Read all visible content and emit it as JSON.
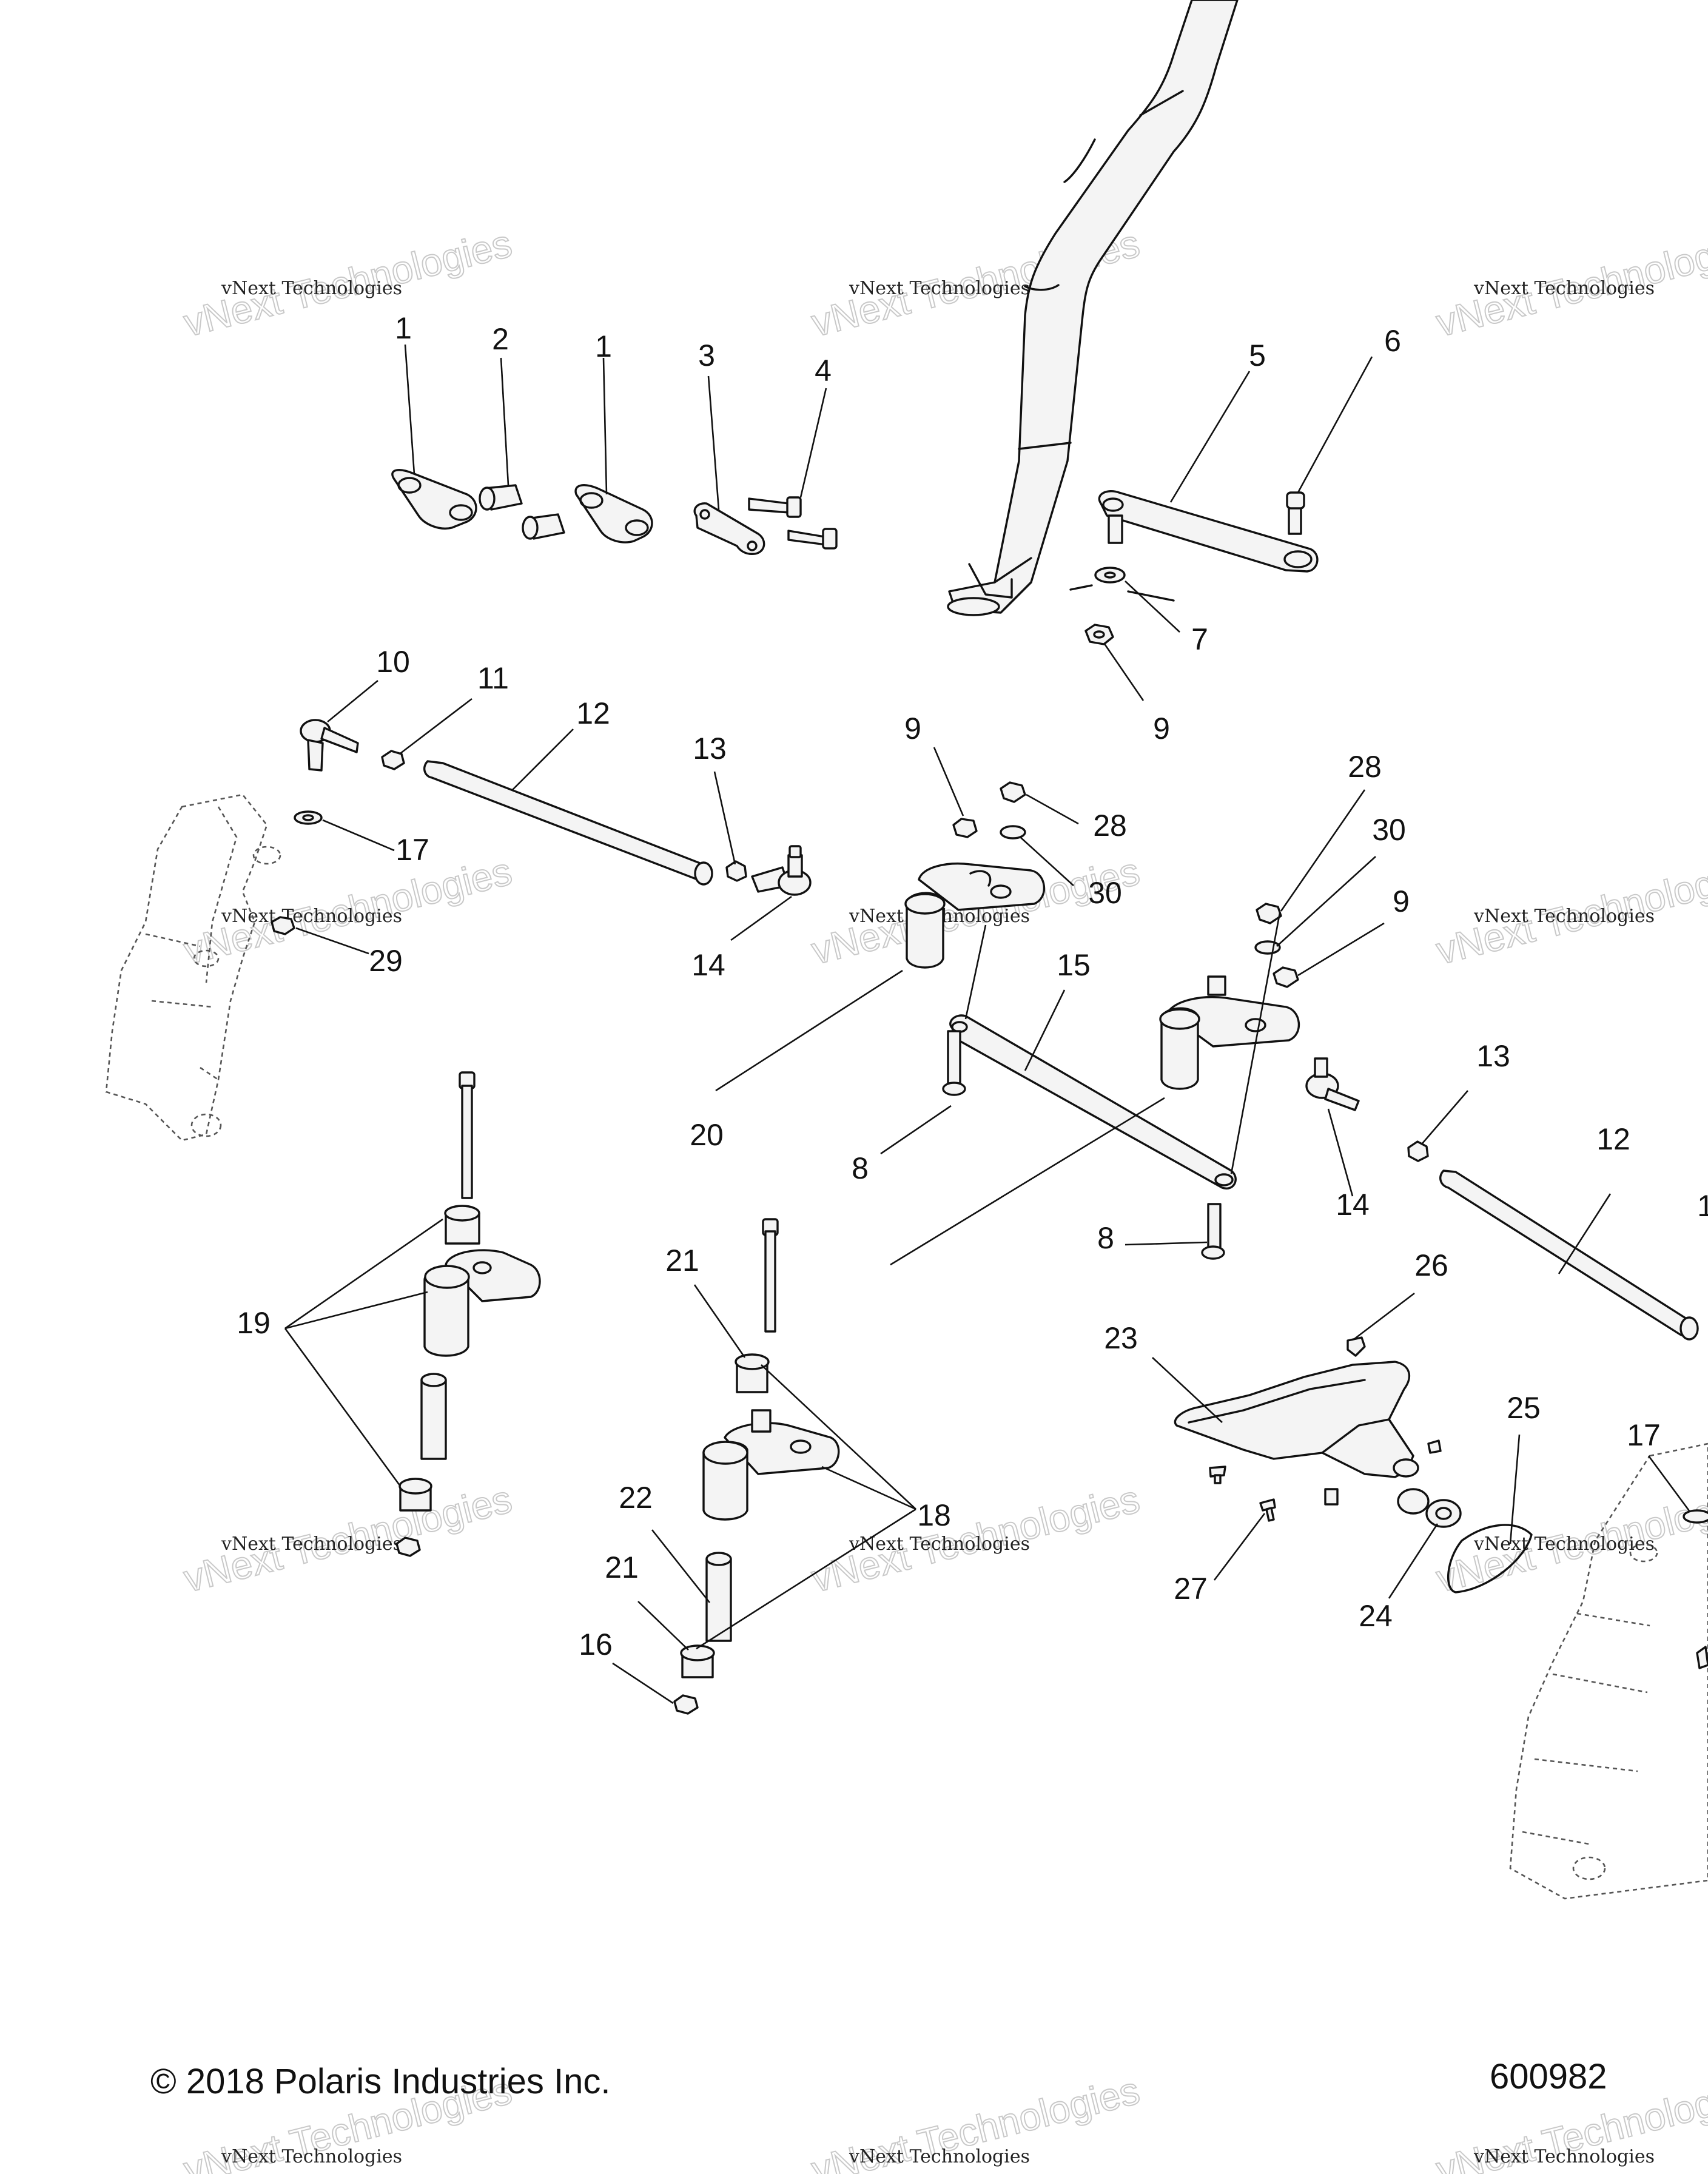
{
  "footer": {
    "copyright": "© 2018 Polaris Industries Inc.",
    "drawing_number": "600982"
  },
  "watermark": {
    "line1": "vNext Technologies",
    "line2": "vNext Technologies"
  },
  "callouts": {
    "c1a": "1",
    "c2": "2",
    "c1b": "1",
    "c3": "3",
    "c4": "4",
    "c5": "5",
    "c6": "6",
    "c7": "7",
    "c9a": "9",
    "c10": "10",
    "c11": "11",
    "c12a": "12",
    "c13a": "13",
    "c14a": "14",
    "c17a": "17",
    "c29": "29",
    "c9b": "9",
    "c28a": "28",
    "c30a": "30",
    "c28b": "28",
    "c30b": "30",
    "c9c": "9",
    "c15": "15",
    "c20": "20",
    "c8a": "8",
    "c8b": "8",
    "c13b": "13",
    "c14b": "14",
    "c12b": "12",
    "c1c": "1",
    "c19": "19",
    "c21a": "21",
    "c18": "18",
    "c22": "22",
    "c21b": "21",
    "c16": "16",
    "c26": "26",
    "c23": "23",
    "c25": "25",
    "c17b": "17",
    "c27": "27",
    "c24": "24"
  }
}
